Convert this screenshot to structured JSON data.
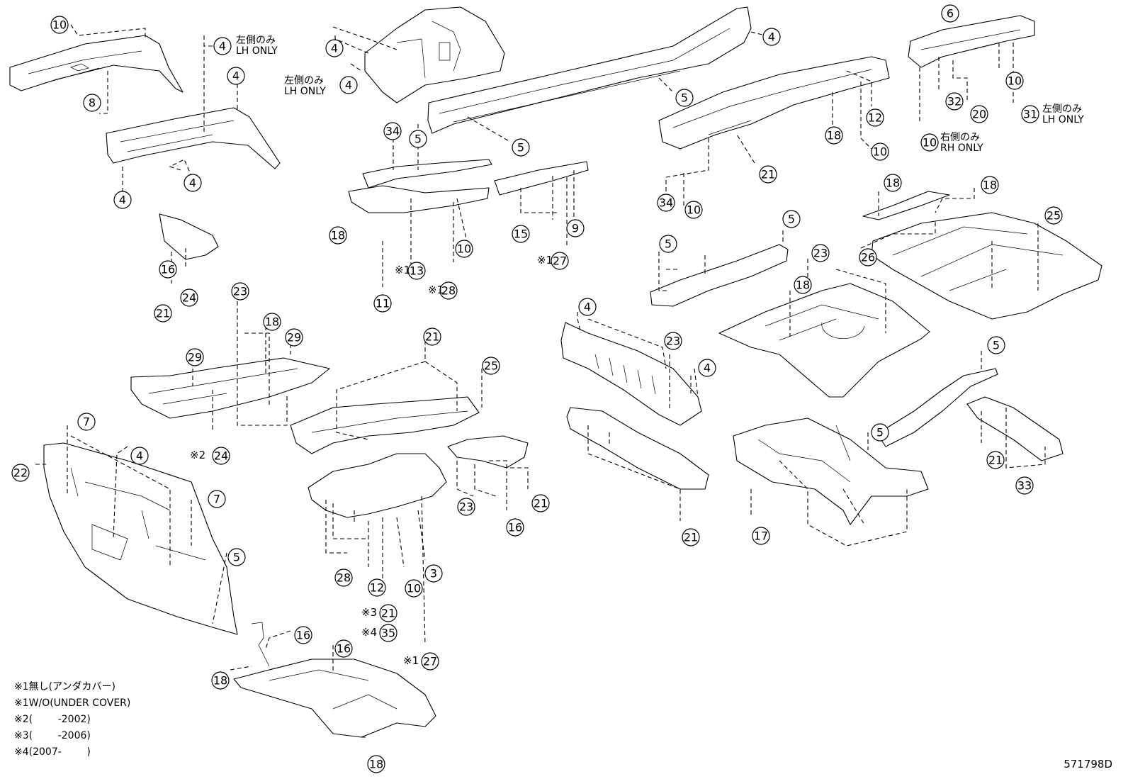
{
  "diagram": {
    "drawing_code": "571798D",
    "notes": [
      {
        "mark": "※1",
        "text": "無し(アンダカバー)"
      },
      {
        "mark": "※1",
        "text": "W/O(UNDER COVER)"
      },
      {
        "mark": "※2",
        "text": "(        -2002)"
      },
      {
        "mark": "※3",
        "text": "(        -2006)"
      },
      {
        "mark": "※4",
        "text": "(2007-        )"
      }
    ],
    "side_labels": {
      "lh_jp": "左側のみ",
      "lh_en": "LH ONLY",
      "rh_jp": "右側のみ",
      "rh_en": "RH ONLY"
    },
    "callouts": [
      "10",
      "4",
      "8",
      "4",
      "4",
      "4",
      "4",
      "4",
      "4",
      "34",
      "5",
      "5",
      "18",
      "11",
      "13",
      "28",
      "10",
      "15",
      "9",
      "27",
      "4",
      "5",
      "12",
      "18",
      "10",
      "34",
      "10",
      "21",
      "6",
      "10",
      "32",
      "20",
      "31",
      "10",
      "18",
      "26",
      "18",
      "25",
      "5",
      "5",
      "23",
      "18",
      "16",
      "24",
      "21",
      "23",
      "18",
      "29",
      "29",
      "24",
      "7",
      "22",
      "4",
      "7",
      "5",
      "21",
      "25",
      "23",
      "16",
      "21",
      "28",
      "12",
      "10",
      "3",
      "21",
      "35",
      "27",
      "4",
      "23",
      "4",
      "21",
      "17",
      "5",
      "5",
      "21",
      "33",
      "16",
      "18",
      "16",
      "18"
    ],
    "marks": [
      "※1",
      "※1",
      "※1",
      "※2",
      "※3",
      "※4",
      "※1"
    ]
  }
}
